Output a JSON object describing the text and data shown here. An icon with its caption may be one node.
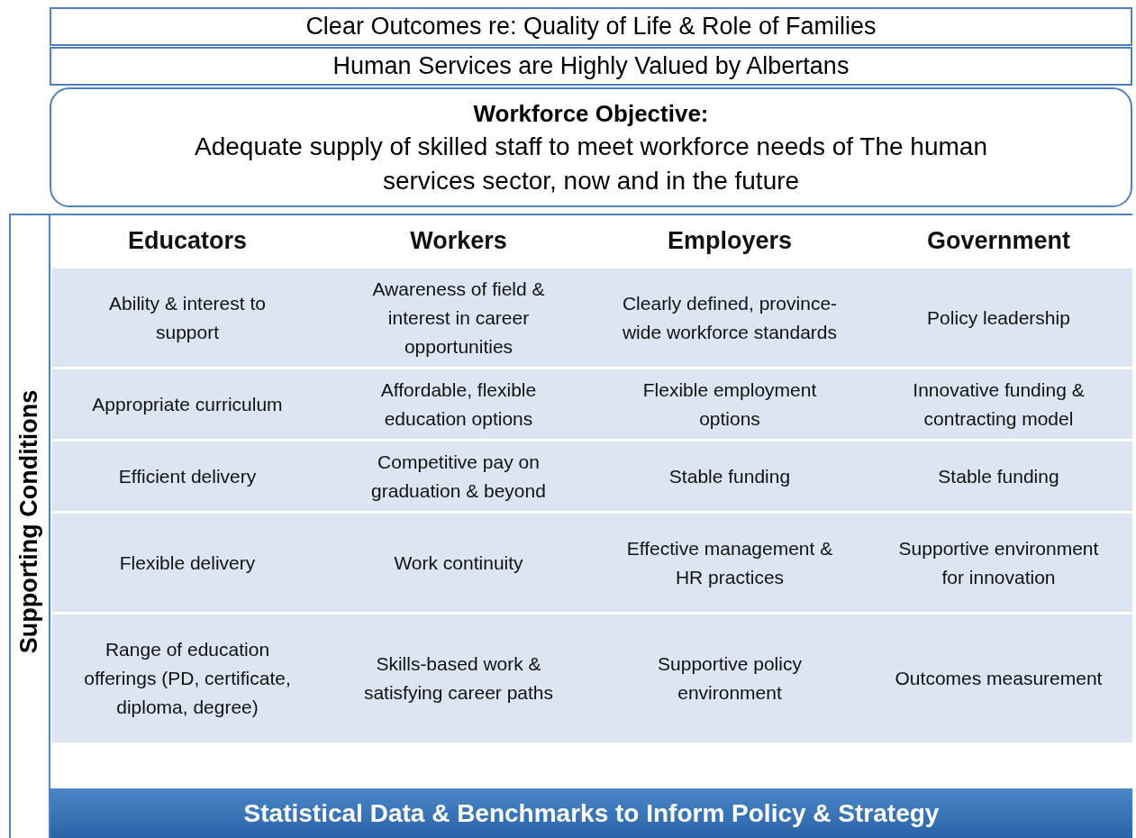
{
  "diagram": {
    "nodes": [
      {
        "text": [
          "Clear Outcomes re: Quality of Life & Role of Families"
        ]
      },
      {
        "text": [
          "Human Services are Highly Valued by Albertans"
        ]
      },
      {
        "text": [
          "Workforce Objective:",
          "Adequate supply of skilled staff to meet workforce needs of The human services sector, now and in the future"
        ]
      },
      {
        "text": [
          "Supporting Conditions"
        ]
      },
      {
        "text": [
          "Statistical Data & Benchmarks to Inform Policy & Strategy"
        ]
      }
    ],
    "edges": [],
    "labels": [
      "Educators",
      "Workers",
      "Employers",
      "Government",
      "Ability & interest to support",
      "Awareness of field & interest in career opportunities",
      "Clearly defined, province-wide workforce standards",
      "Policy leadership",
      "Appropriate curriculum",
      "Affordable, flexible education options",
      "Flexible employment options",
      "Innovative funding & contracting model",
      "Efficient delivery",
      "Competitive pay on graduation & beyond",
      "Stable funding",
      "Stable funding",
      "Flexible delivery",
      "Work continuity",
      "Effective management & HR practices",
      "Supportive environment for innovation",
      "Range of education offerings (PD, certificate, diploma, degree)",
      "Skills-based work & satisfying career paths",
      "Supportive policy environment",
      "Outcomes measurement"
    ]
  }
}
